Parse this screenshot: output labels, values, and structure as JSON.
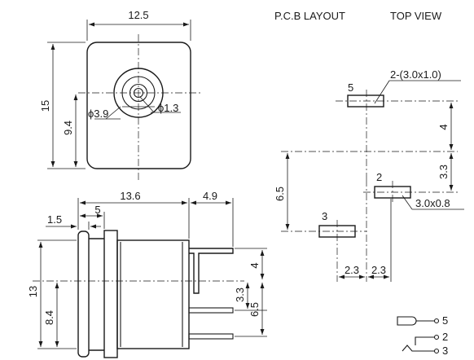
{
  "headers": {
    "pcb_layout": "P.C.B LAYOUT",
    "top_view": "TOP VIEW"
  },
  "front_view": {
    "width": "12.5",
    "height": "15",
    "center_height": "9.4",
    "outer_diameter": "ϕ3.9",
    "pin_diameter": "ϕ1.3"
  },
  "side_view": {
    "length": "13.6",
    "pin_offset": "4.9",
    "flange_offset": "5",
    "flange_thickness": "1.5",
    "height": "13",
    "center_height": "8.4",
    "pin_spacing_top": "4",
    "pin_spacing_mid": "3.3",
    "pin_spacing_total": "6.5"
  },
  "pcb_layout": {
    "pad_5_label": "5",
    "pad_2_label": "2",
    "pad_3_label": "3",
    "pad_5_size": "2-(3.0x1.0)",
    "pad_2_size": "3.0x0.8",
    "dim_vertical_top": "4",
    "dim_vertical_mid": "3.3",
    "dim_vertical_left": "6.5",
    "dim_horizontal_left": "2.3",
    "dim_horizontal_right": "2.3"
  },
  "schematic": {
    "pin_5": "5",
    "pin_2": "2",
    "pin_3": "3"
  }
}
